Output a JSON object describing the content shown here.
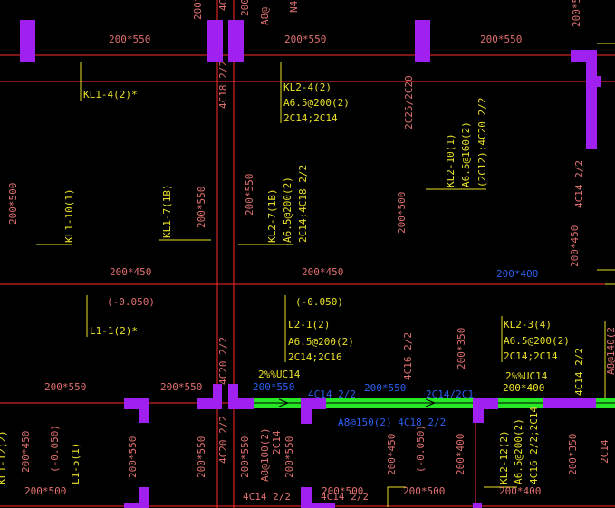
{
  "colors": {
    "background": "#000000",
    "axis_line": "#ff2a2a",
    "column": "#a020f0",
    "beam_label": "#e8e028",
    "section_text": "#e07070",
    "selected_text": "#2b5ff0",
    "selected_beam": "#26e626",
    "leader": "#e8e028"
  },
  "beam_sizes": {
    "top_row_a": "200*550",
    "top_row_b": "200*550",
    "top_row_c": "200*550",
    "left_col": "200*500",
    "col_b": "200*550",
    "col_c": "200*550",
    "col_d": "200*500",
    "col_right": "200*450",
    "mid_row_a": "200*450",
    "mid_row_b": "200*450",
    "mid_row_c": "200*400",
    "low_row_a": "200*550",
    "low_row_b": "200*550",
    "low_row_c": "200*550",
    "low_row_d": "200*400",
    "col_350": "200*350",
    "bot_a": "200*450",
    "bot_b": "200*550",
    "bot_c": "200*550",
    "bot_d": "200*550",
    "bot_e": "200*450",
    "bot_f": "200*400",
    "bot_g": "200*350",
    "bot_row_a": "200*500",
    "bot_row_b": "200*500",
    "bot_row_c": "200*500",
    "bot_row_d": "200*400"
  },
  "beam_labels": {
    "kl1_4": "KL1-4(2)*",
    "kl2_4": [
      "KL2-4(2)",
      "A6.5@200(2)",
      "2C14;2C14"
    ],
    "kl1_10": "KL1-10(1)",
    "kl1_7": "KL1-7(1B)",
    "kl2_7": [
      "KL2-7(1B)",
      "A6.5@200(2)",
      "2C14;4C18 2/2"
    ],
    "kl2_10": [
      "KL2-10(1)",
      "A6.5@160(2)",
      "(2C12);4C20 2/2"
    ],
    "l1_1": "L1-1(2)*",
    "l2_1": [
      "L2-1(2)",
      "A6.5@200(2)",
      "2C14;2C16"
    ],
    "kl2_3": [
      "KL2-3(4)",
      "A6.5@200(2)",
      "2C14;2C14"
    ],
    "kl1_12": "KL1-12(2)",
    "l1_5": "L1-5(1)",
    "kl2_12": [
      "KL2-12(2)",
      "A6.5@200(2)",
      "4C16 2/2;2C14"
    ]
  },
  "elevations": {
    "e1": "(-0.050)",
    "e2": "(-0.050)",
    "e3": "(-0.050)",
    "e4": "(-0.050)"
  },
  "rebar_notes": {
    "top_4c18": "4C18 2/2",
    "top_2c25": "2C25/2C20",
    "right_4c14": "4C14 2/2",
    "mid_4c20": "4C20 2/2",
    "mid_4c16": "4C16 2/2",
    "right_4c14_b": "4C14 2/2",
    "pct_uc14_a": "2%%UC14",
    "pct_uc14_b": "2%%UC14",
    "bot_4c20": "4C20 2/2",
    "bot_a8": "A8@100(2)",
    "bot_2c14": "2C14",
    "bot_4c14_a": "4C14 2/2",
    "bot_4c14_b": "4C14 2/2",
    "bot_2c14_b": "2C14",
    "right_a8": "A8@140(2",
    "top_a8": "A8@",
    "top_4c": "4C",
    "top_n4": "N4",
    "top_r": "200*5"
  },
  "selected_beam": {
    "size": "200*550",
    "rebar_top": "4C14 2/2",
    "rebar_mid": "2C14/2C1",
    "stirrups": "A8@150(2) 4C18 2/2"
  }
}
